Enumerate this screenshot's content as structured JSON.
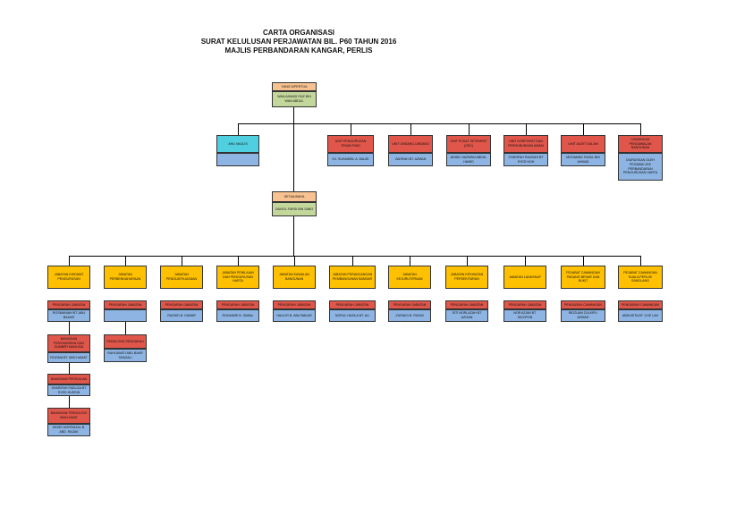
{
  "title": {
    "line1": "CARTA ORGANISASI",
    "line2": "SURAT KELULUSAN PERJAWATAN BIL. P60 TAHUN 2016",
    "line3": "MAJLIS PERBANDARAN KANGAR, PERLIS"
  },
  "top": {
    "title": "YANG DIPERTUA",
    "name": "WAN AHMAD FAIZ BIN WAN ABDUL"
  },
  "units": [
    {
      "title": "AHLI MAJLIS",
      "name": ""
    },
    {
      "title": "UNIT PENGURUSAN TEKAN RING",
      "name": "HJ. SUHAIMIN. A. MAJID"
    },
    {
      "title": "UNIT UNDANG-UNDANG",
      "name": "ZAHRAH BT. AZMAN"
    },
    {
      "title": "UNIT PUSAT SETEMPAT (OSC)",
      "name": "ADIDIL HAZWAN ABDUL HAMID"
    },
    {
      "title": "UNIT KORPORAT DAN PERHUBUNGAN AWAM",
      "name": "SYARIFAH RAUDAH BT SYED NOH"
    },
    {
      "title": "UNIT AUDIT DALAM",
      "name": "MOHAMAD FAZAL BIN AHMAD"
    },
    {
      "title": "CAWANGAN PENGAWALAN BANGUNAN",
      "name": "DIURUSKAN OLEH PEGAWAI JKE PERBANDARAN PENGURUSAN HARTA"
    }
  ],
  "secretary": {
    "title": "SETIAUSAHA",
    "name": "ZAINOL FARID BIN SABO"
  },
  "departments": [
    {
      "title": "JABATAN KHIDMAT PENGURUSAN",
      "role": "PENGARAH JABATAN",
      "name": "ROSMANIAH BT. ABU BAKAR"
    },
    {
      "title": "JABATAN PERBENDAHARAAN",
      "role": "PENGARAH JABATAN",
      "name": ""
    },
    {
      "title": "JABATAN PENGUATKUASAAN",
      "role": "PENGARAH JABATAN",
      "name": "RASHID B. DUBAR"
    },
    {
      "title": "JABATAN PENILAIAN DAN PENGURUSAN HARTA",
      "role": "PENGARAH JABATAN",
      "name": "ROHAIMIE B. ISMAIL"
    },
    {
      "title": "JABATAN KAWALAN BANGUNAN",
      "role": "PENGARAH JABATAN",
      "name": "HALILIR B. ABU BAKAR"
    },
    {
      "title": "JABATAN PERANCANGAN PEMBANGUNAN BANDAR",
      "role": "PENGARAH JABATAN",
      "name": "NORUL HAZILA BT. ALI"
    },
    {
      "title": "JABATAN KEJURUTERAAN",
      "role": "PENGARAH JABATAN",
      "name": "ZURAIDI B. RASMI"
    },
    {
      "title": "JABATAN KESIHATAN PERSEKITARAN",
      "role": "PENGARAH JABATAN",
      "name": "SITI NORLAZAH BT AZIZAN"
    },
    {
      "title": "JABATAN LANDSKAP",
      "role": "PENGARAH JABATAN",
      "name": "NOR AZIAN BT. SIDOPON"
    },
    {
      "title": "PEJABAT CAWANGAN PADANG BESAR DAN BUKIT",
      "role": "PENGARAH CAWANGAN",
      "name": "RIDZUAN ZULKIFLI AHMAD"
    },
    {
      "title": "PEJABAT CAWANGAN KUALA PERLIS/ SANGLANG",
      "role": "PENGARAH CAWANGAN",
      "name": "ABDUSITA BT. CHE LAH"
    }
  ],
  "sub_col1": [
    {
      "title": "BAHAGIAN PENTADBIRAN DAN SUMBER MANUSIA",
      "name": "ROZIMA BT. ABD HAMAT"
    },
    {
      "title": "BAHAGIAN PERSIJILAN",
      "name": "SHARIFAH FADLIZA BT SYED HUSSIN"
    },
    {
      "title": "BAHAGIAN TEKNOLOGI MAKLUMAT",
      "name": "MOHD NORFAIZAL B. ABD. RAZAK"
    }
  ],
  "sub_col2": [
    {
      "title": "PENOLONG PENGARAH",
      "name": "RAHLAWATI ABU BAKR SHAZALI"
    }
  ],
  "colors": {
    "header": "#f7c28f",
    "name": "#c4d79b",
    "unit_red": "#e0564a",
    "unit_blue": "#8db4e2",
    "dept": "#ffc000",
    "cyan": "#4fcfe0"
  }
}
